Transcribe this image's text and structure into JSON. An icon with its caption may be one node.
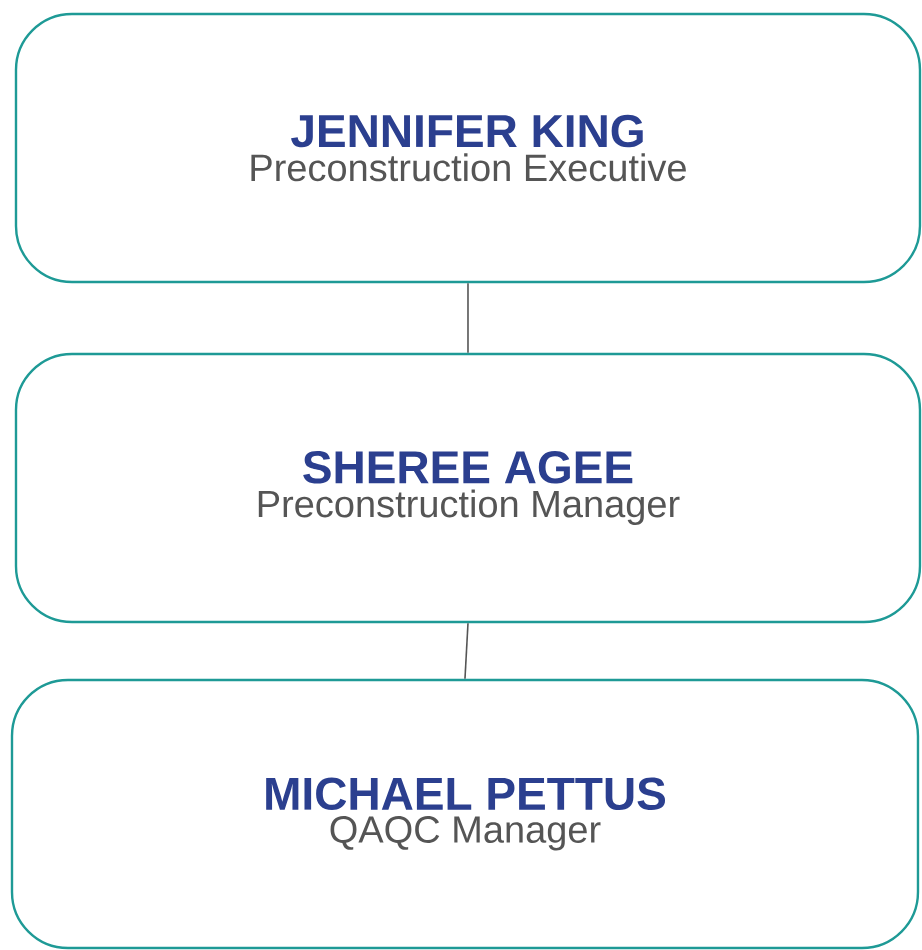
{
  "diagram": {
    "nodes": [
      {
        "text": [
          "JENNIFER KING",
          "Preconstruction Executive"
        ]
      },
      {
        "text": [
          "SHEREE AGEE",
          "Preconstruction Manager"
        ]
      },
      {
        "text": [
          "MICHAEL PETTUS",
          "QAQC Manager"
        ]
      }
    ],
    "edges": [
      {
        "from": 0,
        "to": 1,
        "arrow": "none"
      },
      {
        "from": 1,
        "to": 2,
        "arrow": "none"
      }
    ]
  }
}
